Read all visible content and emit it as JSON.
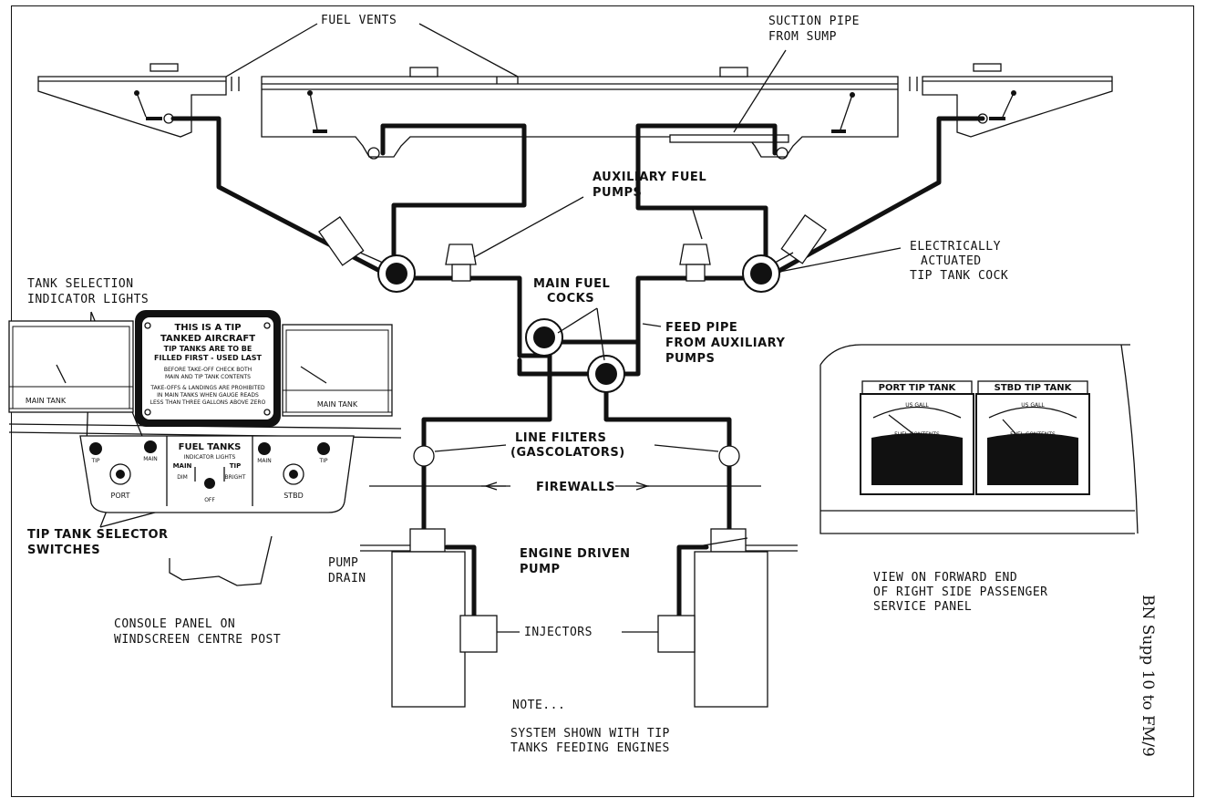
{
  "labels": {
    "fuel_vents": "FUEL VENTS",
    "suction_pipe_1": "SUCTION PIPE",
    "suction_pipe_2": "FROM SUMP",
    "aux_pumps_1": "AUXILIARY FUEL",
    "aux_pumps_2": "PUMPS",
    "elec_cock_1": "ELECTRICALLY",
    "elec_cock_2": "ACTUATED",
    "elec_cock_3": "TIP TANK COCK",
    "tank_sel_1": "TANK SELECTION",
    "tank_sel_2": "INDICATOR LIGHTS",
    "main_cocks_1": "MAIN FUEL",
    "main_cocks_2": "COCKS",
    "feed_pipe_1": "FEED PIPE",
    "feed_pipe_2": "FROM AUXILIARY",
    "feed_pipe_3": "PUMPS",
    "line_filters_1": "LINE FILTERS",
    "line_filters_2": "(GASCOLATORS)",
    "firewalls": "FIREWALLS",
    "tip_sel_1": "TIP TANK SELECTOR",
    "tip_sel_2": "SWITCHES",
    "pump_drain_1": "PUMP",
    "pump_drain_2": "DRAIN",
    "engine_pump_1": "ENGINE DRIVEN",
    "engine_pump_2": "PUMP",
    "injectors": "INJECTORS",
    "console_1": "CONSOLE PANEL ON",
    "console_2": "WINDSCREEN CENTRE POST",
    "note": "NOTE...",
    "system_1": "SYSTEM SHOWN WITH TIP",
    "system_2": "TANKS FEEDING ENGINES",
    "view_1": "VIEW ON FORWARD END",
    "view_2": "OF RIGHT SIDE PASSENGER",
    "view_3": "SERVICE PANEL",
    "side_ref": "BN Supp 10 to FM/9"
  },
  "console": {
    "placard": [
      "THIS IS A TIP",
      "TANKED AIRCRAFT",
      "TIP TANKS ARE TO BE",
      "FILLED FIRST - USED LAST",
      "BEFORE TAKE-OFF CHECK BOTH",
      "MAIN AND TIP TANK CONTENTS",
      "TAKE-OFFS & LANDINGS ARE PROHIBITED",
      "IN MAIN TANKS WHEN GAUGE READS",
      "LESS THAN THREE GALLONS ABOVE ZERO"
    ],
    "gauge_left": "MAIN TANK",
    "gauge_right": "MAIN TANK",
    "fuel_tanks": "FUEL TANKS",
    "indicator_lights": "INDICATOR LIGHTS",
    "main": "MAIN",
    "tip": "TIP",
    "dim": "DIM",
    "off": "OFF",
    "bright": "BRIGHT",
    "port": "PORT",
    "stbd": "STBD",
    "light_tip": "TIP",
    "light_main": "MAIN"
  },
  "service_panel": {
    "port_tip_tank": "PORT TIP TANK",
    "stbd_tip_tank": "STBD TIP TANK",
    "us_gall": "US GALL",
    "fuel_contents": "FUEL CONTENTS"
  }
}
